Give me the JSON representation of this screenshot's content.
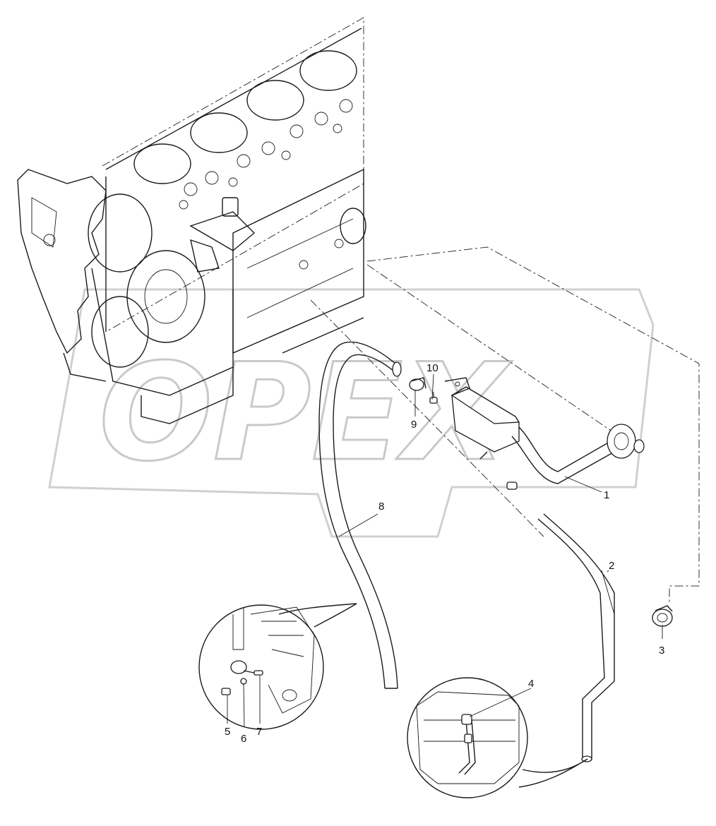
{
  "watermark": {
    "text": "OPEX",
    "color": "#c9c9c9"
  },
  "callouts": [
    {
      "id": "1",
      "label": "1"
    },
    {
      "id": "2",
      "label": "2"
    },
    {
      "id": "3",
      "label": "3"
    },
    {
      "id": "4",
      "label": "4"
    },
    {
      "id": "5",
      "label": "5"
    },
    {
      "id": "6",
      "label": "6"
    },
    {
      "id": "7",
      "label": "7"
    },
    {
      "id": "8",
      "label": "8"
    },
    {
      "id": "9",
      "label": "9"
    },
    {
      "id": "10",
      "label": "10"
    }
  ],
  "components": {
    "engine_block": "engine-block-icon",
    "oil_separator": "oil-separator-icon",
    "breather_hose": "breather-hose-icon",
    "drain_pipe": "drain-pipe-icon",
    "clamp": "hose-clamp-icon",
    "detail_front": "detail-front-cover-icon",
    "detail_oilpan": "detail-oil-pan-icon"
  }
}
